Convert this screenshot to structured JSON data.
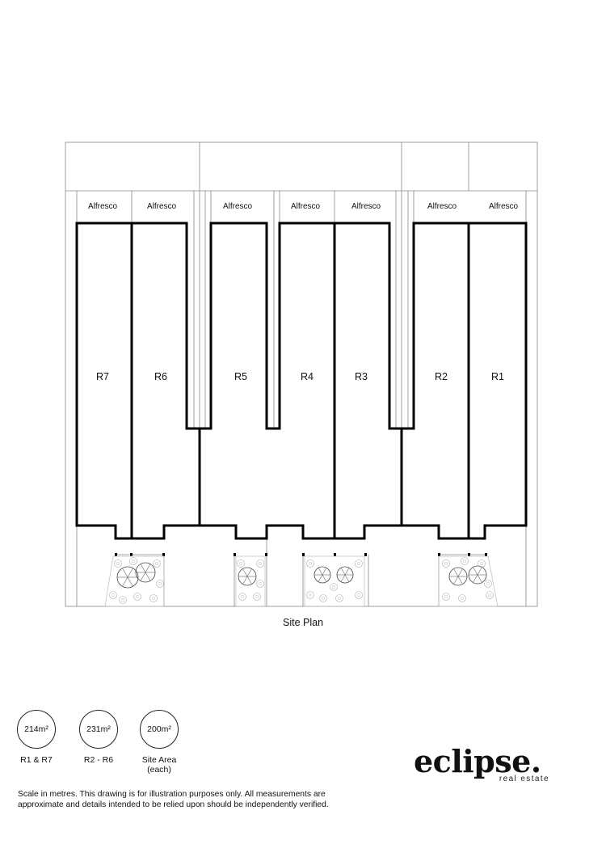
{
  "site_plan": {
    "caption": "Site Plan",
    "alfresco_labels": [
      "Alfresco",
      "Alfresco",
      "Alfresco",
      "Alfresco",
      "Alfresco",
      "Alfresco",
      "Alfresco"
    ],
    "units": [
      "R7",
      "R6",
      "R5",
      "R4",
      "R3",
      "R2",
      "R1"
    ]
  },
  "areas": [
    {
      "value": "214m²",
      "label": "R1 & R7"
    },
    {
      "value": "231m²",
      "label": "R2 - R6"
    },
    {
      "value": "200m²",
      "label": "Site Area (each)"
    }
  ],
  "disclaimer": "Scale in metres. This drawing is for illustration purposes only. All measurements are approximate and details intended to be relied upon should be independently verified.",
  "brand": {
    "name": "eclipse.",
    "tagline": "real estate"
  },
  "icons": {
    "tree": "tree-icon",
    "shrub": "shrub-icon"
  }
}
